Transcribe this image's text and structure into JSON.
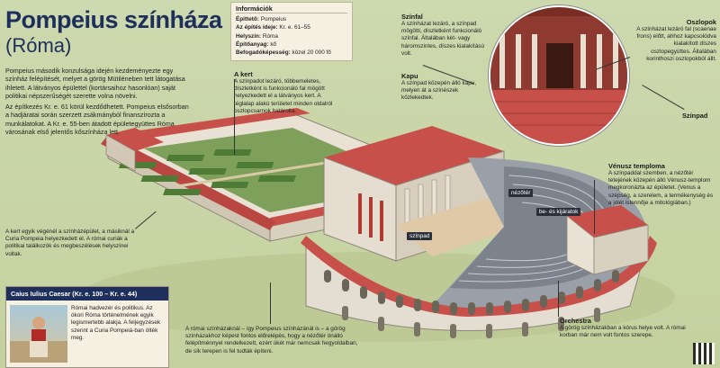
{
  "title": "Pompeius színháza",
  "subtitle": "(Róma)",
  "intro": [
    "Pompeius második konzulsága idején kezdeményezte egy színház felépítését, melyet a görög Mütiléneben tett látogatása ihletett. A látványos épülettel (kortársaihoz hasonlóan) saját politikai népszerűségét szerette volna növelni.",
    "Az építkezés Kr. e. 61 körül kezdődhetett. Pompeius elsősorban a hadjáratai során szerzett zsákmányból finanszírozta a munkálatokat. A Kr. e. 55-ben átadott épületegyüttes Róma városának első jelentős kőszínháza lett."
  ],
  "info": {
    "heading": "Információk",
    "rows": [
      {
        "label": "Építtető:",
        "value": "Pompeius"
      },
      {
        "label": "Az építés ideje:",
        "value": "Kr. e. 61–55"
      },
      {
        "label": "Helyszín:",
        "value": "Róma"
      },
      {
        "label": "Építőanyag:",
        "value": "kő"
      },
      {
        "label": "Befogadóképesség:",
        "value": "közel 20 000 fő"
      }
    ]
  },
  "annotations": {
    "szinfal": {
      "title": "Színfal",
      "text": "A színházat lezáró, a színpad mögötti, díszletként funkcionáló színfal. Általában két- vagy háromszintes, díszes kialakítású volt."
    },
    "oszlopok": {
      "title": "Oszlopok",
      "text": "A színházat lezáró fal (scaenae frons) előtt, ahhoz kapcsolódva kialakított díszes oszlopegyüttes. Általában korinthoszi oszlopokból állt."
    },
    "kapu": {
      "title": "Kapu",
      "text": "A színpad közepén álló kapu, melyen át a színészek közlekedtek."
    },
    "szinpad": {
      "title": "Színpad"
    },
    "akert": {
      "title": "A kert",
      "text": "A színpadot lezáró, többemeletes, díszletként is funkcionáló fal mögött helyezkedett el a látványos kert. A téglalap alakú területet minden oldalról oszlopcsarnok határolta."
    },
    "venusz": {
      "title": "Vénusz temploma",
      "text": "A színpaddal szemben, a nézőtér tetejének közepén álló Vénusz-templom megkoronázta az épületet. (Venus a szépség, a szerelem, a termékenység és a jólét istennője a mitológiában.)"
    },
    "kertvege": {
      "text": "A kert egyik végénél a színházépület, a másiknál a Curia Pompeia helyezkedett el. A római curiák a politikai találkozók és megbeszélések helyszínei voltak."
    },
    "orchestra": {
      "title": "Orchestra",
      "text": "A görög színházakban a kórus helye volt. A római korban már nem volt fontos szerepe."
    },
    "bottom": {
      "text": "A római színházaknál – így Pompeius színházánál is – a görög színházakhoz képest fontos előrelépés, hogy a nézőtér önálló felépítménnyel rendelkezett, ezért ükét már nemcsak hegyoldalban, de sík terepen is fel tudták építeni."
    }
  },
  "tags": {
    "nezoter": "nézőtér",
    "kijarat": "be- és kijáratok",
    "szinpad": "színpad"
  },
  "caesar": {
    "heading": "Caius Iulius Caesar (Kr. e. 100 – Kr. e. 44)",
    "text": "Római hadvezér és politikus. Az ókori Róma történelmének egyik legismertebb alakja. A feljegyzések szerint a Curia Pompeiá-ban ölték meg."
  },
  "colors": {
    "title": "#1d2f5a",
    "background": "#c9d6a8",
    "roof": "#c8504a",
    "wall": "#e3ddd2"
  }
}
